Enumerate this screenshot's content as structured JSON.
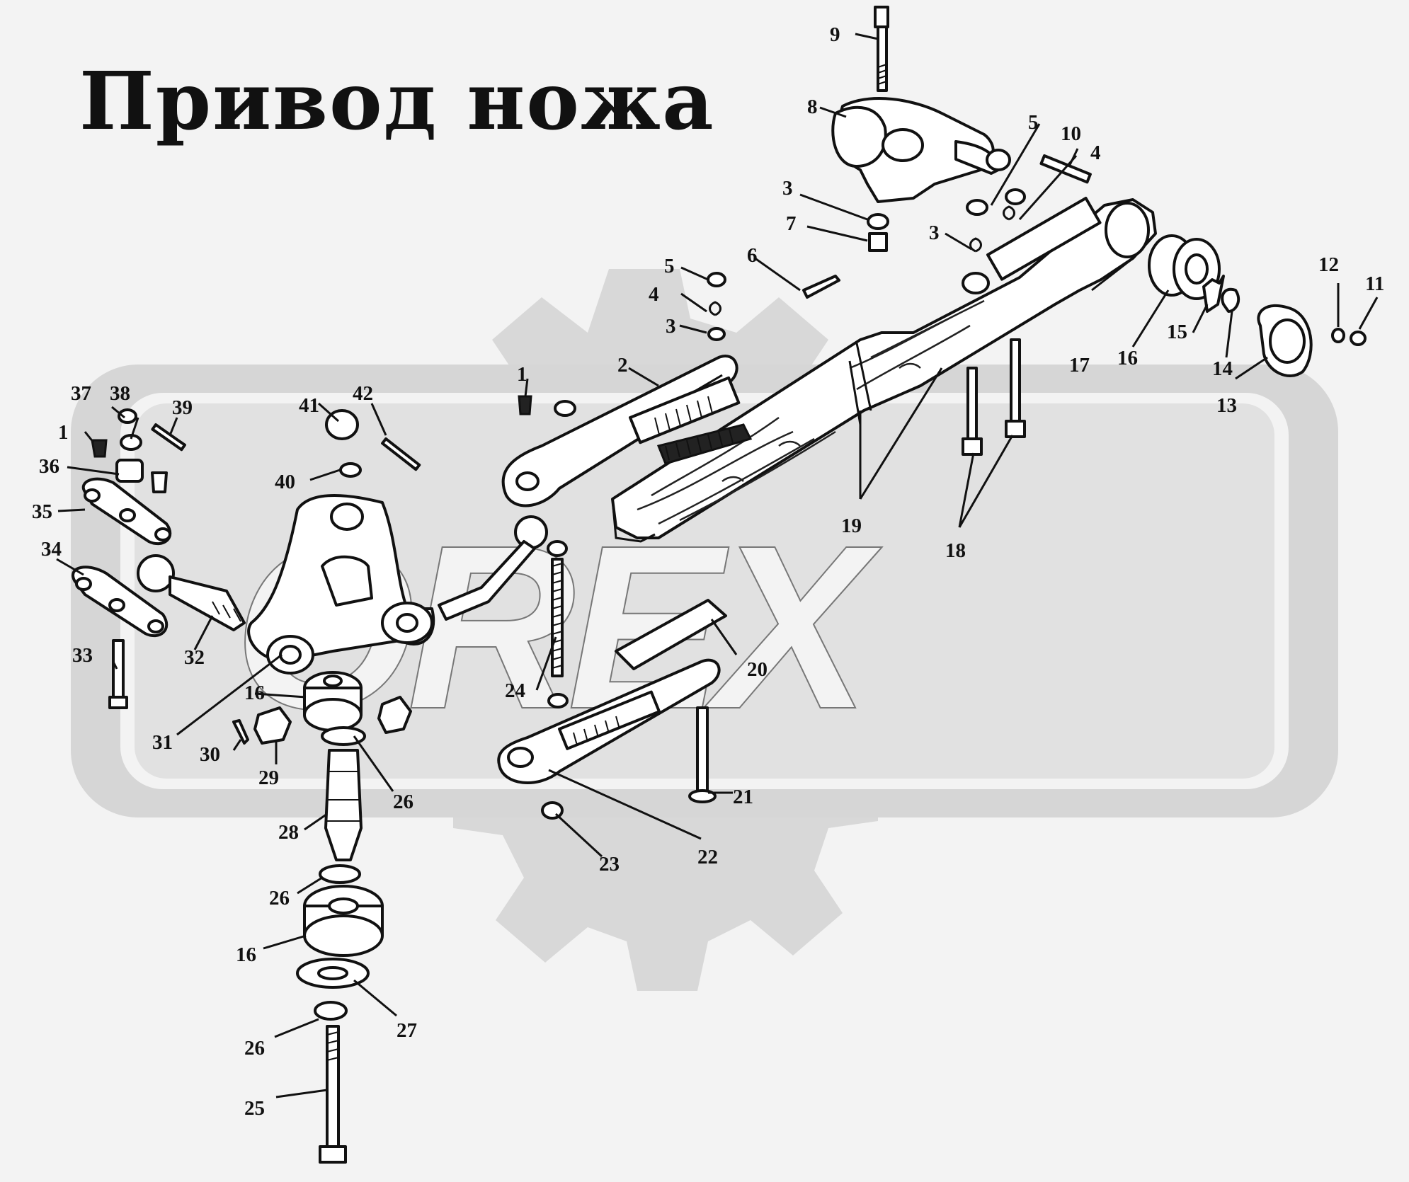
{
  "title": "Привод ножа",
  "watermark": {
    "text": "OREX",
    "color": "#d6d6d6"
  },
  "colors": {
    "ink": "#111111",
    "background": "#f3f3f3",
    "watermark": "#d6d6d6"
  },
  "labels": {
    "l1a": "1",
    "l1b": "1",
    "l2": "2",
    "l3a": "3",
    "l3b": "3",
    "l3c": "3",
    "l4a": "4",
    "l4b": "4",
    "l5a": "5",
    "l5b": "5",
    "l6": "6",
    "l7": "7",
    "l8": "8",
    "l9": "9",
    "l10": "10",
    "l11": "11",
    "l12": "12",
    "l13": "13",
    "l14": "14",
    "l15": "15",
    "l16a": "16",
    "l16b": "16",
    "l16c": "16",
    "l17": "17",
    "l18": "18",
    "l19": "19",
    "l20": "20",
    "l21": "21",
    "l22": "22",
    "l23": "23",
    "l24": "24",
    "l25": "25",
    "l26a": "26",
    "l26b": "26",
    "l26c": "26",
    "l27": "27",
    "l28": "28",
    "l29": "29",
    "l30": "30",
    "l31": "31",
    "l32": "32",
    "l33": "33",
    "l34": "34",
    "l35": "35",
    "l36": "36",
    "l37": "37",
    "l38": "38",
    "l39": "39",
    "l40": "40",
    "l41": "41",
    "l42": "42"
  }
}
